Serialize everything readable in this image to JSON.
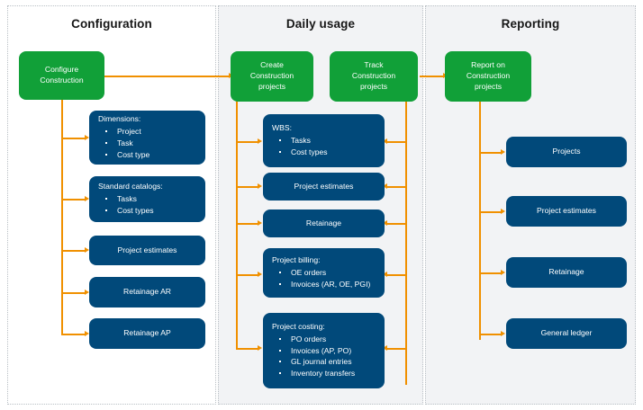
{
  "diagram": {
    "accent_arrow_color": "#f09000",
    "process_color": "#11a038",
    "entity_color": "#01497a",
    "columns": [
      {
        "id": "configuration",
        "title": "Configuration"
      },
      {
        "id": "daily-usage",
        "title": "Daily usage"
      },
      {
        "id": "reporting",
        "title": "Reporting"
      }
    ],
    "configuration": {
      "process": {
        "label": "Configure\nConstruction"
      },
      "items": [
        {
          "heading": "Dimensions:",
          "bullets": [
            "Project",
            "Task",
            "Cost type"
          ]
        },
        {
          "heading": "Standard catalogs:",
          "bullets": [
            "Tasks",
            "Cost types"
          ]
        },
        {
          "heading": "Project estimates",
          "bullets": []
        },
        {
          "heading": "Retainage AR",
          "bullets": []
        },
        {
          "heading": "Retainage AP",
          "bullets": []
        }
      ]
    },
    "daily_usage": {
      "process_create": {
        "label": "Create\nConstruction\nprojects"
      },
      "process_track": {
        "label": "Track\nConstruction\nprojects"
      },
      "items": [
        {
          "heading": "WBS:",
          "bullets": [
            "Tasks",
            "Cost types"
          ]
        },
        {
          "heading": "Project estimates",
          "bullets": []
        },
        {
          "heading": "Retainage",
          "bullets": []
        },
        {
          "heading": "Project billing:",
          "bullets": [
            "OE orders",
            "Invoices (AR, OE, PGI)"
          ]
        },
        {
          "heading": "Project costing:",
          "bullets": [
            "PO orders",
            "Invoices (AP, PO)",
            "GL journal entries",
            "Inventory transfers"
          ]
        }
      ]
    },
    "reporting": {
      "process": {
        "label": "Report on\nConstruction\nprojects"
      },
      "items": [
        {
          "heading": "Projects",
          "bullets": []
        },
        {
          "heading": "Project estimates",
          "bullets": []
        },
        {
          "heading": "Retainage",
          "bullets": []
        },
        {
          "heading": "General ledger",
          "bullets": []
        }
      ]
    }
  }
}
